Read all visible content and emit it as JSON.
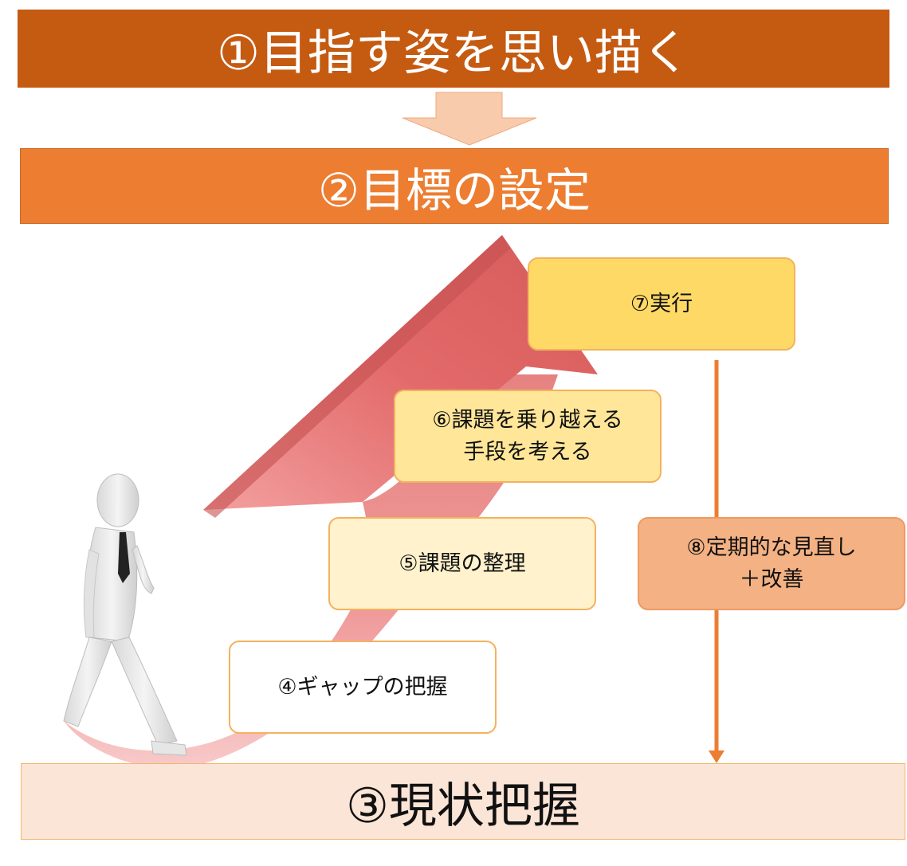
{
  "steps": {
    "s1": "①目指す姿を思い描く",
    "s2": "②目標の設定",
    "s3": "③現状把握",
    "s4": "④ギャップの把握",
    "s5": "⑤課題の整理",
    "s6": "⑥課題を乗り越える\n手段を考える",
    "s7": "⑦実行",
    "s8": "⑧定期的な見直し\n＋改善"
  },
  "colors": {
    "band1": "#c55a11",
    "band2": "#ed7d31",
    "band3": "#fbe5d6",
    "arrow_down": "#f8cbad",
    "box4": "#ffffff",
    "box5": "#fff2cc",
    "box6": "#ffe699",
    "box7": "#ffd966",
    "box8": "#f4b183",
    "review_line": "#ed7d31",
    "big_arrow": "#e8706f"
  }
}
